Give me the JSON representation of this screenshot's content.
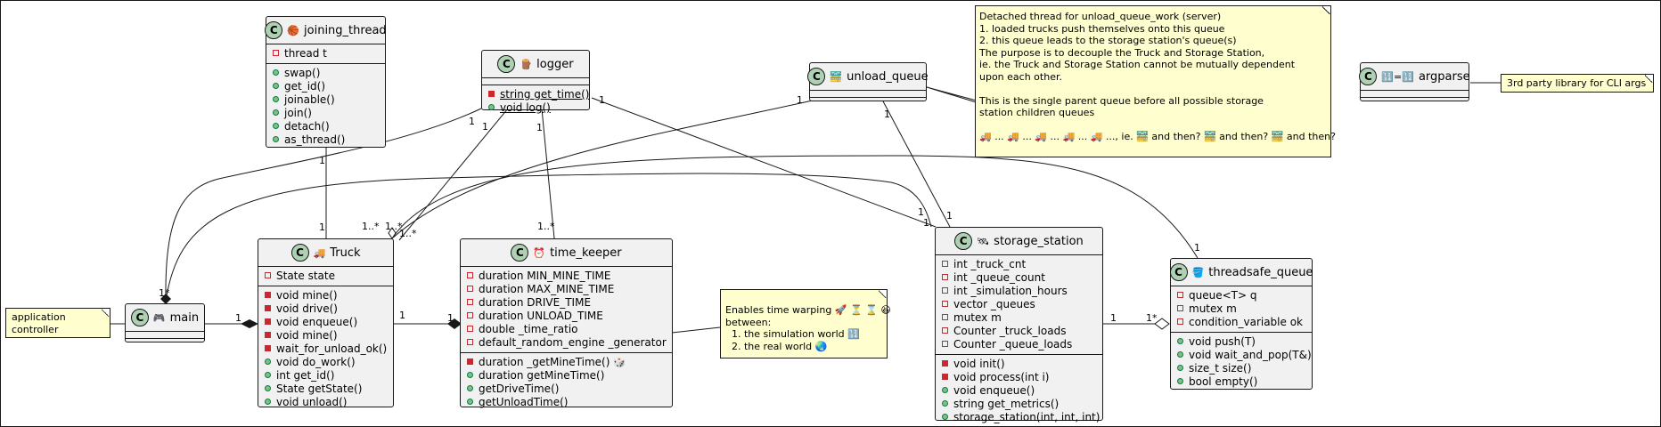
{
  "classes": {
    "joining_thread": {
      "name": "joining_thread",
      "icon": "🏀",
      "fields": [
        "thread t"
      ],
      "methods": [
        "swap()",
        "get_id()",
        "joinable()",
        "join()",
        "detach()",
        "as_thread()"
      ]
    },
    "logger": {
      "name": "logger",
      "icon": "🪵",
      "methods": [
        "string get_time()",
        "void log()"
      ]
    },
    "unload_queue": {
      "name": "unload_queue",
      "icon": "🚟"
    },
    "argparse": {
      "name": "argparse",
      "icon": "🔢=🔢"
    },
    "main": {
      "name": "main",
      "icon": "🎮"
    },
    "truck": {
      "name": "Truck",
      "icon": "🚚",
      "fields": [
        "State state"
      ],
      "methods": [
        "void mine()",
        "void drive()",
        "void enqueue()",
        "void mine()",
        "wait_for_unload_ok()",
        "void do_work()",
        "int get_id()",
        "State getState()",
        "void unload()"
      ]
    },
    "time_keeper": {
      "name": "time_keeper",
      "icon": "⏰",
      "fields": [
        "duration MIN_MINE_TIME",
        "duration MAX_MINE_TIME",
        "duration DRIVE_TIME",
        "duration UNLOAD_TIME",
        "double _time_ratio",
        "default_random_engine _generator"
      ],
      "methods": [
        "duration _getMineTime()",
        "duration getMineTime()",
        "getDriveTime()",
        "getUnloadTime()"
      ]
    },
    "storage_station": {
      "name": "storage_station",
      "icon": "🛰",
      "fields": [
        "int _truck_cnt",
        "int _queue_count",
        "int _simulation_hours",
        "vector _queues",
        "mutex m",
        "Counter _truck_loads",
        "Counter _queue_loads"
      ],
      "methods": [
        "void init()",
        "void process(int i)",
        "void enqueue()",
        "string get_metrics()",
        "storage_station(int, int, int)"
      ]
    },
    "threadsafe_queue": {
      "name": "threadsafe_queue",
      "icon": "🪣",
      "fields": [
        "queue<T> q",
        "mutex m",
        "condition_variable ok"
      ],
      "methods": [
        "void push(T)",
        "void wait_and_pop(T&)",
        "size_t size()",
        "bool empty()"
      ]
    }
  },
  "class_badge": "C",
  "notes": {
    "detached": [
      "Detached thread for unload_queue_work (server)",
      "1. loaded trucks push themselves onto this queue",
      "2. this queue leads to the storage station's queue(s)",
      "",
      "The purpose is to decouple the Truck and Storage Station,",
      "ie. the Truck and Storage Station cannot be mutually dependent",
      "upon each other.",
      "",
      "This is the single parent queue before all possible storage",
      "station children queues",
      "",
      "🚚 ... 🚚 ... 🚚 ... 🚚 ... 🚚 ..., ie. 🚟 and then? 🚟 and then? 🚟 and then?"
    ],
    "argparse_note": [
      "3rd party library for CLI args"
    ],
    "app_controller": [
      "application",
      "controller"
    ],
    "time_warp": [
      "Enables time warping 🚀 ⏳ ⌛ 😆",
      "between:",
      "  1. the simulation world 🔢",
      "  2. the real world 🌏"
    ]
  },
  "multiplicities": [
    "1",
    "1",
    "1",
    "1",
    "1",
    "1",
    "1",
    "1",
    "1..*",
    "1..*",
    "1..*",
    "1..*",
    "1",
    "1",
    "1",
    "1",
    "1",
    "1",
    "1*",
    "1",
    "1",
    "1*",
    "1"
  ]
}
